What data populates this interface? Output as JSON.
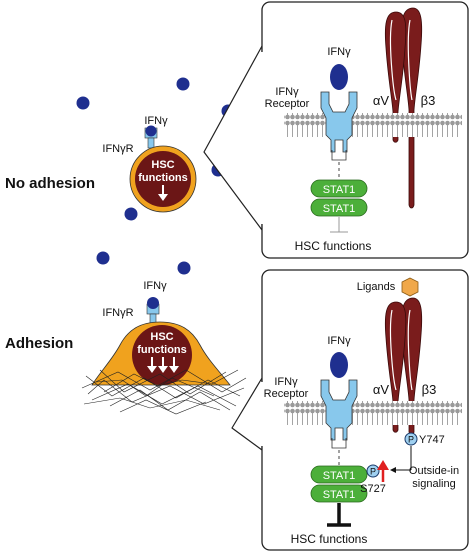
{
  "colors": {
    "panel_border": "#222222",
    "ligand_blue": "#1f2f8f",
    "receptor_blue": "#88c8ec",
    "stat_green": "#4caf3a",
    "membrane_gray": "#a8a8a8",
    "integrin_red": "#7a1c1c",
    "cell_orange": "#f0a21e",
    "nucleus_maroon": "#6b1616",
    "activation_arrow": "#e02020",
    "ligand_orange": "#f0a84a"
  },
  "top": {
    "section_label": "No adhesion",
    "ifng_label": "IFNγ",
    "ifngr_label": "IFNγR",
    "cell_text": [
      "HSC",
      "functions"
    ],
    "panel": {
      "ifng_label": "IFNγ",
      "receptor_label": [
        "IFNγ",
        "Receptor"
      ],
      "alpha_label": "αV",
      "beta_label": "β3",
      "stat1_upper": "STAT1",
      "stat1_lower": "STAT1",
      "output_label": "HSC functions"
    }
  },
  "bottom": {
    "section_label": "Adhesion",
    "ifng_label": "IFNγ",
    "ifngr_label": "IFNγR",
    "cell_text": [
      "HSC",
      "functions"
    ],
    "panel": {
      "ligands_label": "Ligands",
      "ifng_label": "IFNγ",
      "receptor_label": [
        "IFNγ",
        "Receptor"
      ],
      "alpha_label": "αV",
      "beta_label": "β3",
      "phospho_symbol": "P",
      "y747_label": "Y747",
      "s727_label": "S727",
      "stat1_upper": "STAT1",
      "stat1_lower": "STAT1",
      "signaling_label": [
        "Outside-in",
        "signaling"
      ],
      "output_label": "HSC functions"
    }
  }
}
